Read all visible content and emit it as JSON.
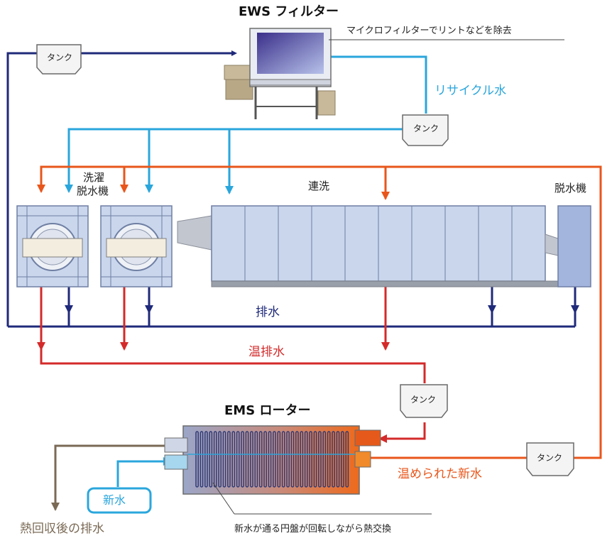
{
  "titles": {
    "ews_filter": "EWS フィルター",
    "ems_rotor": "EMS ローター"
  },
  "notes": {
    "filter_note": "マイクロフィルターでリントなどを除去",
    "rotor_note": "新水が通る円盤が回転しながら熱交換"
  },
  "labels": {
    "recycle_water": "リサイクル水",
    "washer_line1": "洗濯",
    "washer_line2": "脱水機",
    "continuous_washer": "連洗",
    "extractor": "脱水機",
    "drain": "排水",
    "warm_drain": "温排水",
    "warmed_fresh": "温められた新水",
    "fresh_water": "新水",
    "after_recovery": "熱回収後の排水"
  },
  "tanks": {
    "top_left": "タンク",
    "recycle": "タンク",
    "warm": "タンク",
    "fresh": "タンク"
  },
  "colors": {
    "drain": "#1f2a7a",
    "recycle": "#2aa6dc",
    "warm_drain": "#d42a2a",
    "warmed_fresh": "#e8561b",
    "exhaust": "#7a6a55",
    "machine": "#c9d6ec",
    "machine_frame": "#6f7fa3"
  }
}
